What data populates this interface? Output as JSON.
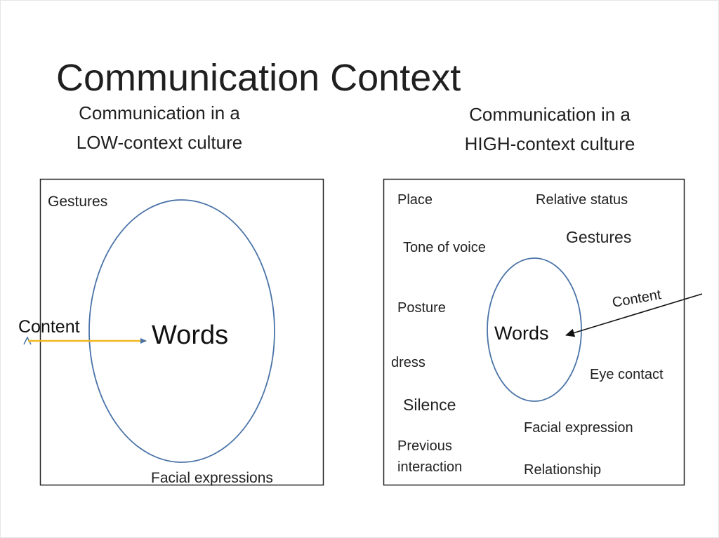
{
  "title": "Communication Context",
  "low_context": {
    "heading_line1": "Communication in a",
    "heading_line2": "LOW-context culture",
    "center": "Words",
    "arrow_label": "Content",
    "labels": {
      "gestures": "Gestures",
      "facial": "Facial expressions"
    }
  },
  "high_context": {
    "heading_line1": "Communication in a",
    "heading_line2": "HIGH-context culture",
    "center": "Words",
    "arrow_label": "Content",
    "labels": {
      "place": "Place",
      "relative_status": "Relative status",
      "gestures": "Gestures",
      "tone": "Tone of voice",
      "posture": "Posture",
      "dress": "dress",
      "eye_contact": "Eye contact",
      "silence": "Silence",
      "facial": "Facial expression",
      "previous_line1": "Previous",
      "previous_line2": "interaction",
      "relationship": "Relationship"
    }
  },
  "colors": {
    "ellipse": "#4a73a8",
    "arrow_low": "#f2b820",
    "arrow_high": "#111111",
    "box": "#222222"
  }
}
